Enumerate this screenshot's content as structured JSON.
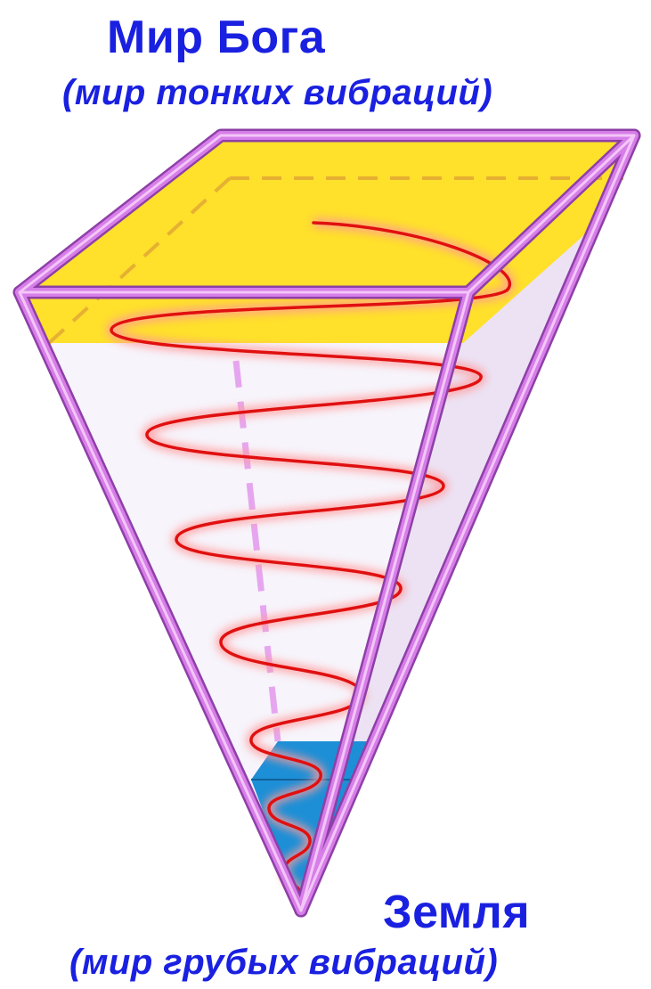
{
  "top": {
    "title": "Мир Бога",
    "subtitle": "(мир тонких вибраций)"
  },
  "bottom": {
    "title": "Земля",
    "subtitle": "(мир грубых вибраций)"
  },
  "colors": {
    "text": "#1a20e0",
    "frame": "#cc66dd",
    "top_face": "#ffe02a",
    "bottom_face": "#1d8fd6",
    "spiral": "#e01010",
    "hidden_edge": "#e6a6ef"
  }
}
